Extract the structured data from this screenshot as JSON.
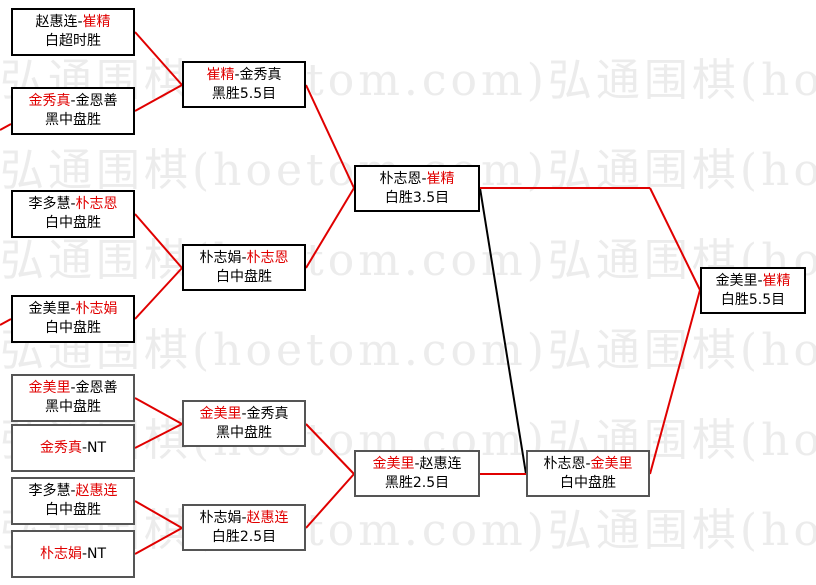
{
  "watermark": "弘通围棋(hoetom.com)弘通围棋(hoetom.com)",
  "colors": {
    "winner": "#e00000",
    "line_red": "#e00000",
    "line_black": "#000000"
  },
  "matches": [
    {
      "id": "r1m1",
      "p1": "赵惠连",
      "p2": "崔精",
      "winner": 2,
      "result": "白超时胜"
    },
    {
      "id": "r1m2",
      "p1": "金秀真",
      "p2": "金恩善",
      "winner": 1,
      "result": "黑中盘胜"
    },
    {
      "id": "r1m3",
      "p1": "李多慧",
      "p2": "朴志恩",
      "winner": 2,
      "result": "白中盘胜"
    },
    {
      "id": "r1m4",
      "p1": "金美里",
      "p2": "朴志娟",
      "winner": 2,
      "result": "白中盘胜"
    },
    {
      "id": "r1m5",
      "p1": "金美里",
      "p2": "金恩善",
      "winner": 1,
      "result": "黑中盘胜"
    },
    {
      "id": "r1m6",
      "p1": "金秀真",
      "p2": "NT",
      "winner": 1,
      "result": ""
    },
    {
      "id": "r1m7",
      "p1": "李多慧",
      "p2": "赵惠连",
      "winner": 2,
      "result": "白中盘胜"
    },
    {
      "id": "r1m8",
      "p1": "朴志娟",
      "p2": "NT",
      "winner": 1,
      "result": ""
    },
    {
      "id": "r2m1",
      "p1": "崔精",
      "p2": "金秀真",
      "winner": 1,
      "result": "黑胜5.5目"
    },
    {
      "id": "r2m2",
      "p1": "朴志娟",
      "p2": "朴志恩",
      "winner": 2,
      "result": "白中盘胜"
    },
    {
      "id": "r2m3",
      "p1": "金美里",
      "p2": "金秀真",
      "winner": 1,
      "result": "黑中盘胜"
    },
    {
      "id": "r2m4",
      "p1": "朴志娟",
      "p2": "赵惠连",
      "winner": 2,
      "result": "白胜2.5目"
    },
    {
      "id": "r3m1",
      "p1": "朴志恩",
      "p2": "崔精",
      "winner": 2,
      "result": "白胜3.5目"
    },
    {
      "id": "r3m2",
      "p1": "金美里",
      "p2": "赵惠连",
      "winner": 1,
      "result": "黑胜2.5目"
    },
    {
      "id": "r4m1",
      "p1": "朴志恩",
      "p2": "金美里",
      "winner": 2,
      "result": "白中盘胜"
    },
    {
      "id": "r5m1",
      "p1": "金美里",
      "p2": "崔精",
      "winner": 2,
      "result": "白胜5.5目"
    }
  ]
}
